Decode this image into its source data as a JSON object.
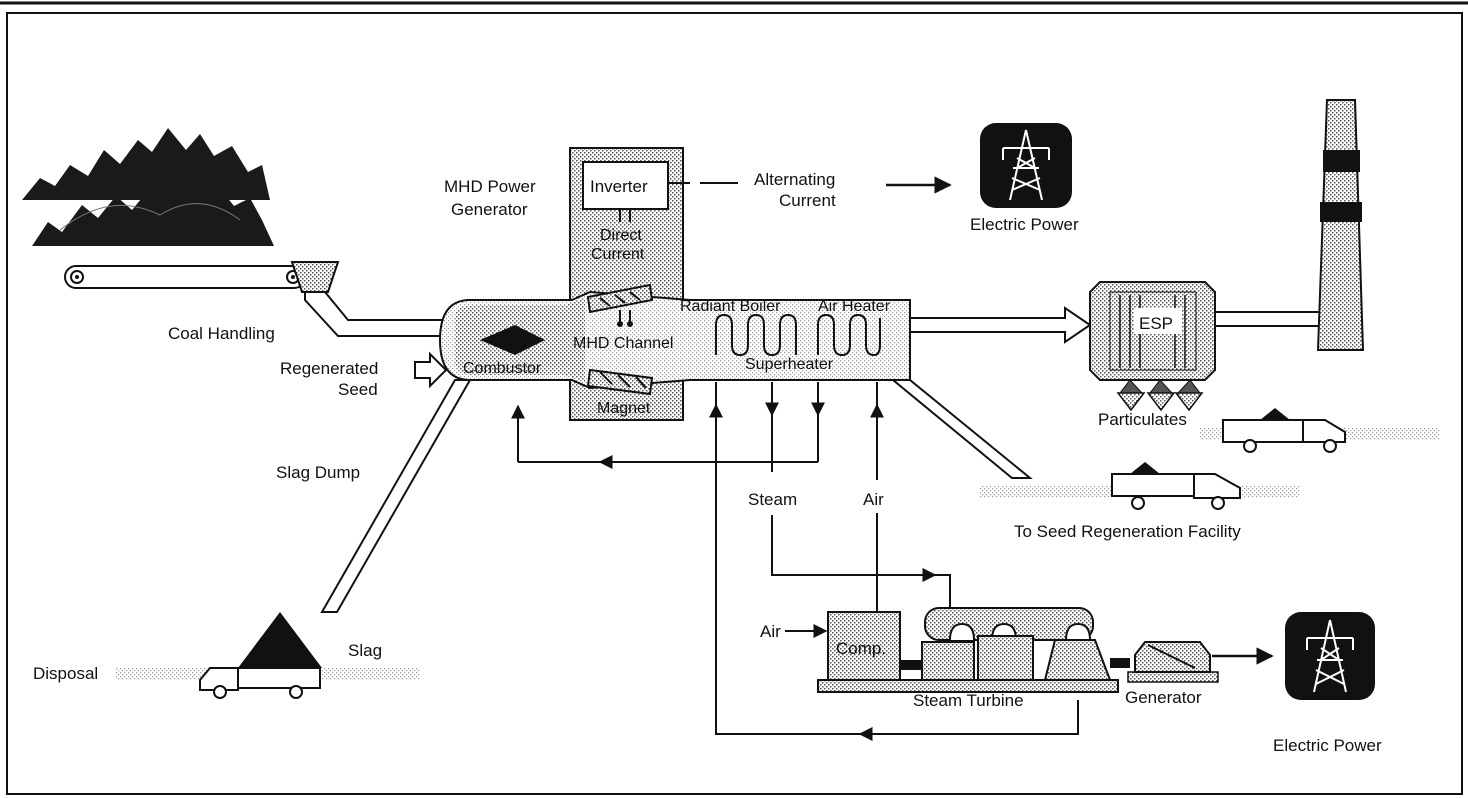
{
  "labels": {
    "mhd_power_generator_1": "MHD Power",
    "mhd_power_generator_2": "Generator",
    "inverter": "Inverter",
    "direct_current_1": "Direct",
    "direct_current_2": "Current",
    "alternating_current_1": "Alternating",
    "alternating_current_2": "Current",
    "electric_power_top": "Electric Power",
    "electric_power_bottom": "Electric Power",
    "coal_handling": "Coal Handling",
    "regenerated_seed_1": "Regenerated",
    "regenerated_seed_2": "Seed",
    "combustor": "Combustor",
    "mhd_channel": "MHD Channel",
    "magnet": "Magnet",
    "radiant_boiler": "Radiant Boiler",
    "air_heater": "Air Heater",
    "superheater": "Superheater",
    "esp": "ESP",
    "particulates": "Particulates",
    "to_seed_regeneration": "To Seed Regeneration Facility",
    "slag_dump": "Slag Dump",
    "steam": "Steam",
    "air_top": "Air",
    "air_comp": "Air",
    "comp": "Comp.",
    "steam_turbine": "Steam Turbine",
    "generator": "Generator",
    "slag": "Slag",
    "disposal": "Disposal"
  },
  "colors": {
    "ink": "#111111",
    "stipple": "#bdbdbd",
    "pale_stipple": "#e2e2e2",
    "background": "#ffffff"
  }
}
